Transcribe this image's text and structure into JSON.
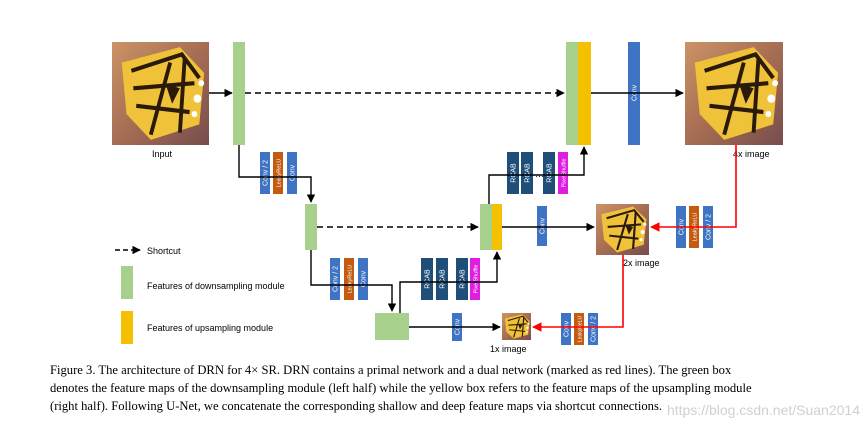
{
  "colors": {
    "green": "#a8d08d",
    "yellow": "#f5c000",
    "blue": "#3f74c4",
    "orange": "#c55a11",
    "navy": "#1f4e79",
    "magenta": "#e01ee0",
    "red": "#ff0000",
    "arrow": "#000000"
  },
  "labels": {
    "input": "Input",
    "image_4x": "4x image",
    "image_2x": "2x image",
    "image_1x": "1x image"
  },
  "blocks": {
    "conv_half": "Conv / 2",
    "leaky_relu": "LeakyReLU",
    "conv": "Conv",
    "rcab": "RCAB",
    "dots": "…",
    "pixel_shuffle": "PixelShuffle"
  },
  "legend": {
    "shortcut": "Shortcut",
    "downsampling": "Features of downsampling module",
    "upsampling": "Features of upsampling module"
  },
  "caption": {
    "line1": "Figure 3.  The architecture of DRN for 4× SR. DRN contains a primal network and a dual network (marked as red lines). The green box",
    "line2": "denotes the feature maps of the downsampling module (left half) while the yellow box refers to the feature maps of the upsampling module",
    "line3": "(right half). Following U-Net, we concatenate the corresponding shallow and deep feature maps via shortcut connections."
  },
  "watermark": "https://blog.csdn.net/Suan2014"
}
